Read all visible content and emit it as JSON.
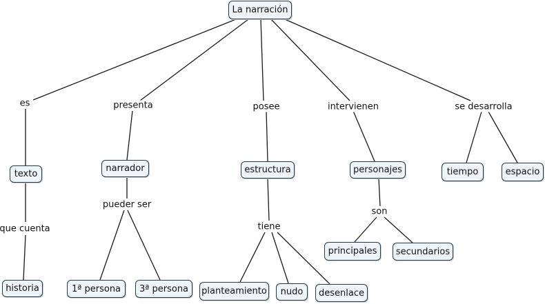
{
  "concepts": {
    "root": "La narración",
    "texto": "texto",
    "historia": "historia",
    "narrador": "narrador",
    "primera": "1ª persona",
    "tercera": "3ª persona",
    "estructura": "estructura",
    "planteamiento": "planteamiento",
    "nudo": "nudo",
    "desenlace": "desenlace",
    "personajes": "personajes",
    "principales": "principales",
    "secundarios": "secundarios",
    "tiempo": "tiempo",
    "espacio": "espacio"
  },
  "links": {
    "es": "es",
    "que_cuenta": "que cuenta",
    "presenta": "presenta",
    "pueder_ser": "pueder ser",
    "posee": "posee",
    "tiene": "tiene",
    "intervienen": "intervienen",
    "son": "son",
    "se_desarrolla": "se desarrolla"
  }
}
